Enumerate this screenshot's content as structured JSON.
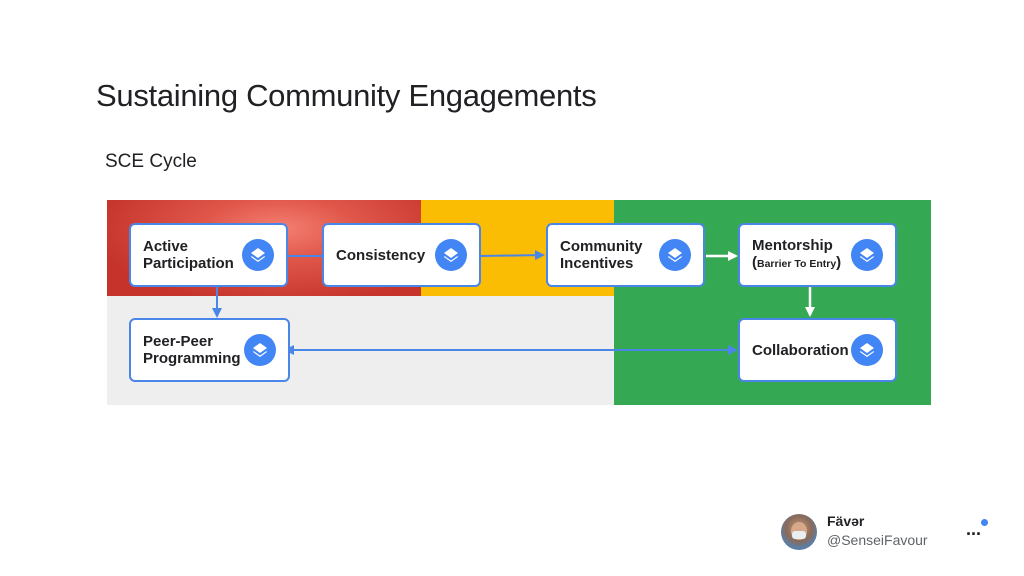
{
  "slide": {
    "title": "Sustaining Community Engagements",
    "subtitle": "SCE Cycle"
  },
  "nodes": {
    "active_participation": {
      "line1": "Active",
      "line2": "Participation",
      "icon": "layers-icon"
    },
    "consistency": {
      "label": "Consistency",
      "icon": "layers-icon"
    },
    "community_incentives": {
      "line1": "Community",
      "line2": "Incentives",
      "icon": "layers-icon"
    },
    "mentorship": {
      "line1": "Mentorship",
      "paren_open": "(",
      "line2": "Barrier To Entry",
      "paren_close": ")",
      "icon": "layers-icon"
    },
    "peer_programming": {
      "line1": "Peer-Peer",
      "line2": "Programming",
      "icon": "layers-icon"
    },
    "collaboration": {
      "label": "Collaboration",
      "icon": "layers-icon"
    }
  },
  "colors": {
    "band_red": "#d9473c",
    "band_yellow": "#fbbc04",
    "band_green": "#34a853",
    "band_grey": "#eeeeee",
    "node_border": "#4a86e8",
    "icon_blue": "#4285f4",
    "arrow_blue": "#4a86e8",
    "arrow_white": "#ffffff"
  },
  "author": {
    "name": "Fävər",
    "handle": "@SenseiFavour",
    "more": "..."
  }
}
